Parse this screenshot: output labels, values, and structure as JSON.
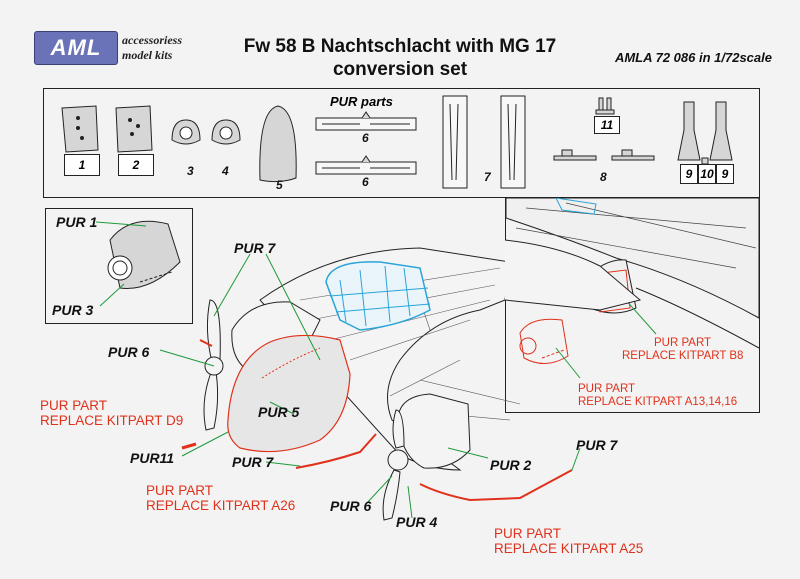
{
  "header": {
    "logo_text": "AML",
    "tagline_1": "accessoriess",
    "tagline_2": "model kits",
    "title_line_1": "Fw 58 B Nachtschlacht with MG 17",
    "title_line_2": "conversion set",
    "kit_code": "AMLA 72 086 in 1/72scale"
  },
  "parts_panel": {
    "heading": "PUR parts",
    "numbers": [
      "1",
      "2",
      "3",
      "4",
      "5",
      "6",
      "6",
      "7",
      "8",
      "11",
      "9",
      "10",
      "9"
    ]
  },
  "inset_left": {
    "label_top": "PUR 1",
    "label_bottom": "PUR 3"
  },
  "inset_right": {
    "note_1_line_1": "PUR PART",
    "note_1_line_2": "REPLACE KITPART B8",
    "note_2_line_1": "PUR PART",
    "note_2_line_2": "REPLACE KITPART A13,14,16"
  },
  "callouts": {
    "pur7_top": "PUR 7",
    "pur6_left": "PUR 6",
    "pur5": "PUR 5",
    "pur11": "PUR11",
    "pur7_mid": "PUR 7",
    "pur2": "PUR 2",
    "pur6_bottom": "PUR 6",
    "pur4": "PUR 4",
    "pur7_right": "PUR 7"
  },
  "notes": {
    "d9_line_1": "PUR PART",
    "d9_line_2": "REPLACE KITPART D9",
    "a26_line_1": "PUR PART",
    "a26_line_2": "REPLACE KITPART A26",
    "a25_line_1": "PUR PART",
    "a25_line_2": "REPLACE KITPART A25"
  },
  "colors": {
    "logo_blue": "#6a72b8",
    "annotation_red": "#e0311b",
    "leader_green": "#1f9a3a",
    "canopy_cyan": "#2aa3d8",
    "part_grey": "#d6d6d6"
  }
}
